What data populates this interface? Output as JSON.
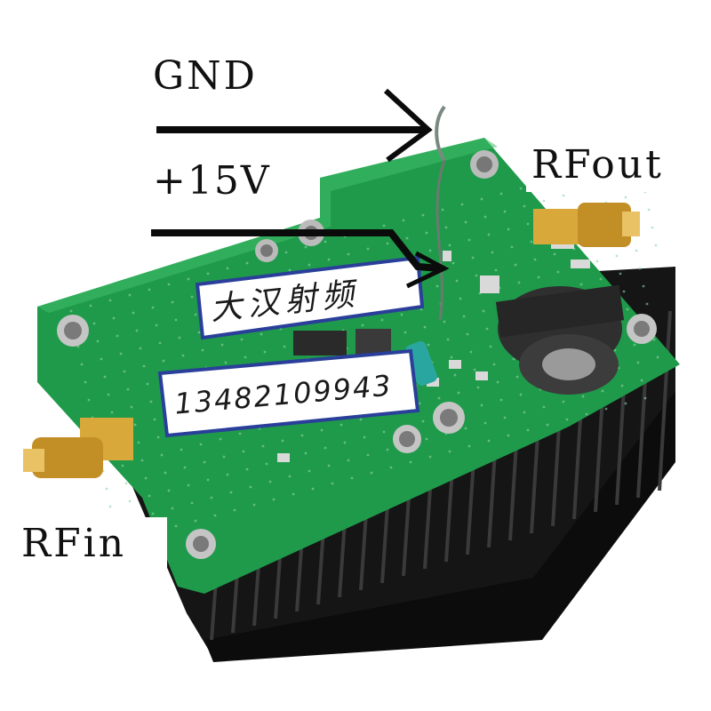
{
  "labels": {
    "gnd": "GND",
    "v15": "+15V",
    "rfout": "RFout",
    "rfin": "RFin"
  },
  "stickers": {
    "brand": "大汉射频",
    "phone": "13482109943"
  },
  "pcb_silkscreen": [
    "",
    ""
  ],
  "colors": {
    "pcb": "#1f9a4a",
    "heatsink": "#1a1a1a",
    "gold": "#d8a93a",
    "sticker_border": "#2a3f9a",
    "arrow": "#0b0b0b"
  }
}
